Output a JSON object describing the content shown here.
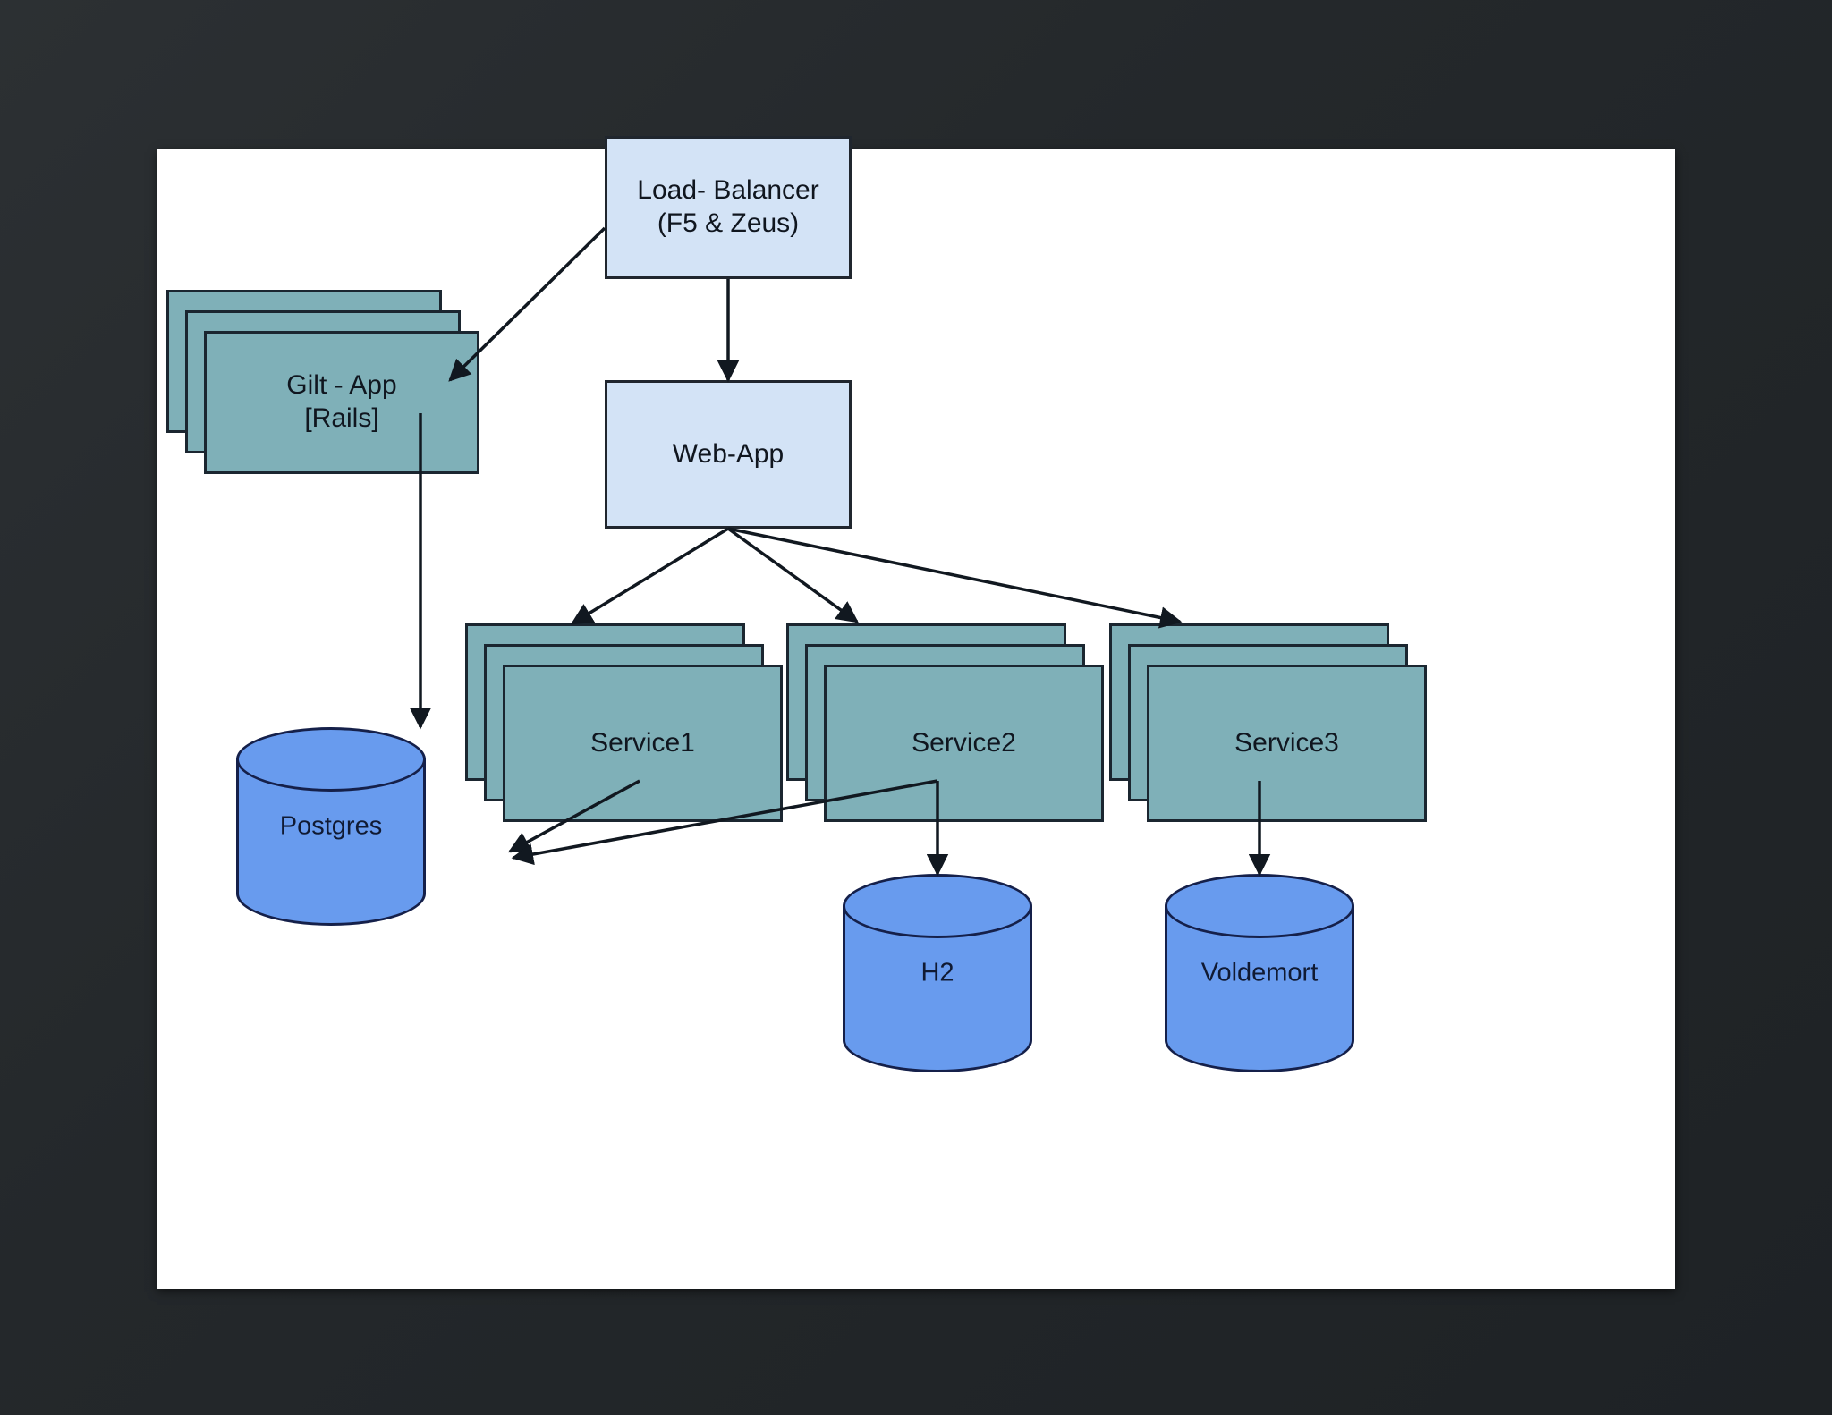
{
  "slide": {
    "background_color": "#ffffff",
    "canvas_color": "#26292c"
  },
  "palette": {
    "box_fill": "#d3e3f6",
    "stack_fill": "#7fb0b8",
    "cylinder_fill": "#689bee",
    "stroke": "#1b2630",
    "text": "#10161f"
  },
  "nodes": {
    "load_balancer": {
      "label": "Load- Balancer\n(F5 & Zeus)",
      "type": "box"
    },
    "web_app": {
      "label": "Web-App",
      "type": "box"
    },
    "gilt_app": {
      "label": "Gilt - App\n[Rails]",
      "type": "stack",
      "copies": 3
    },
    "service1": {
      "label": "Service1",
      "type": "stack",
      "copies": 3
    },
    "service2": {
      "label": "Service2",
      "type": "stack",
      "copies": 3
    },
    "service3": {
      "label": "Service3",
      "type": "stack",
      "copies": 3
    },
    "postgres": {
      "label": "Postgres",
      "type": "cylinder"
    },
    "h2": {
      "label": "H2",
      "type": "cylinder"
    },
    "voldemort": {
      "label": "Voldemort",
      "type": "cylinder"
    }
  },
  "edges": [
    {
      "from": "load_balancer",
      "to": "gilt_app",
      "arrow": "single"
    },
    {
      "from": "load_balancer",
      "to": "web_app",
      "arrow": "single"
    },
    {
      "from": "web_app",
      "to": "service1",
      "arrow": "single"
    },
    {
      "from": "web_app",
      "to": "service2",
      "arrow": "single"
    },
    {
      "from": "web_app",
      "to": "service3",
      "arrow": "single"
    },
    {
      "from": "gilt_app",
      "to": "postgres",
      "arrow": "single"
    },
    {
      "from": "service1",
      "to": "postgres",
      "arrow": "single"
    },
    {
      "from": "service2",
      "to": "postgres",
      "arrow": "single"
    },
    {
      "from": "service2",
      "to": "h2",
      "arrow": "single"
    },
    {
      "from": "service3",
      "to": "voldemort",
      "arrow": "single"
    }
  ]
}
